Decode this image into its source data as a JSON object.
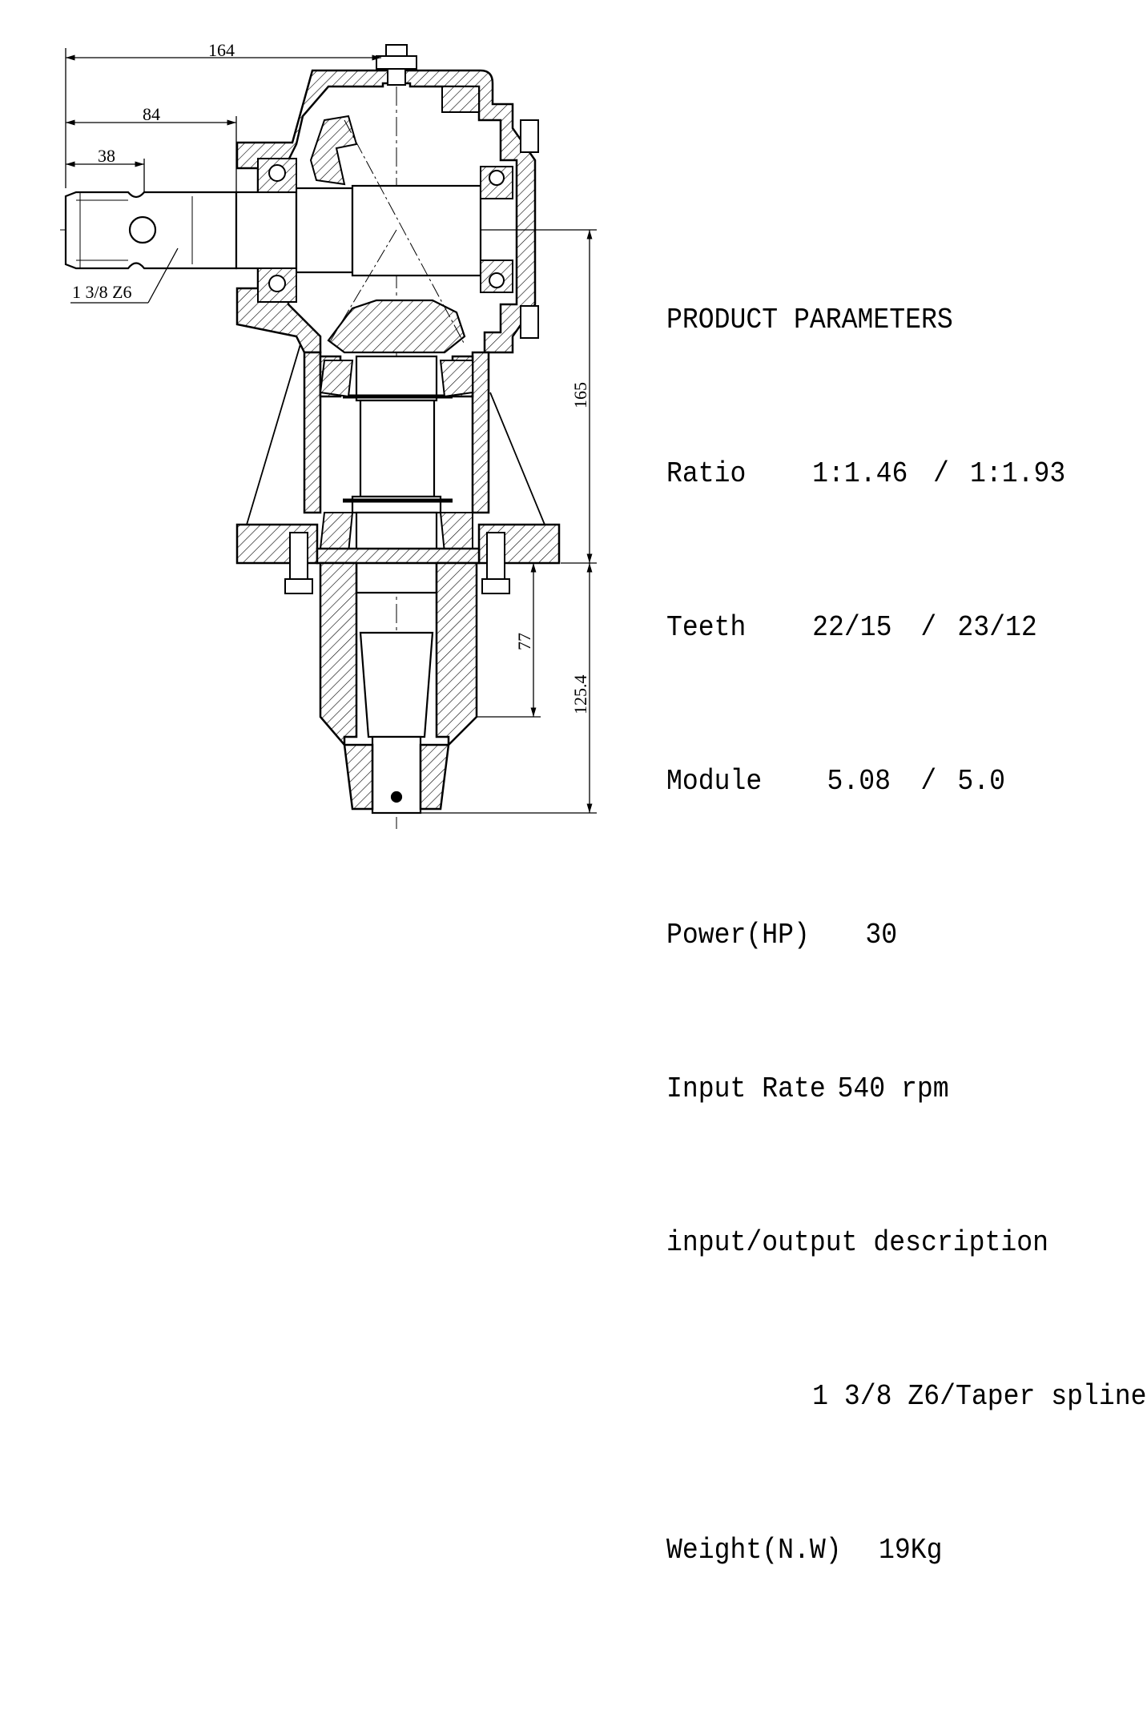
{
  "drawing": {
    "dimensions": {
      "overall_length": "164",
      "shaft_to_flange": "84",
      "spline_length": "38",
      "input_spline": "1 3/8 Z6",
      "center_to_flange": "165",
      "flange_to_shaft_shoulder": "77",
      "flange_to_output_end": "125.4"
    }
  },
  "params": {
    "title": "PRODUCT PARAMETERS",
    "ratio": {
      "label": "Ratio",
      "value1": "1:1.46",
      "sep": "/",
      "value2": "1:1.93"
    },
    "teeth": {
      "label": "Teeth",
      "value1": "22/15",
      "sep": "/",
      "value2": "23/12"
    },
    "module": {
      "label": "Module",
      "value1": "5.08",
      "sep": "/",
      "value2": "5.0"
    },
    "power": {
      "label": "Power(HP)",
      "value": "30"
    },
    "input_rate": {
      "label": "Input Rate",
      "value": "540 rpm"
    },
    "io": {
      "label": "input/output description",
      "value": "1 3/8 Z6/Taper spline"
    },
    "weight": {
      "label": "Weight(N.W)",
      "value": "19Kg"
    }
  }
}
